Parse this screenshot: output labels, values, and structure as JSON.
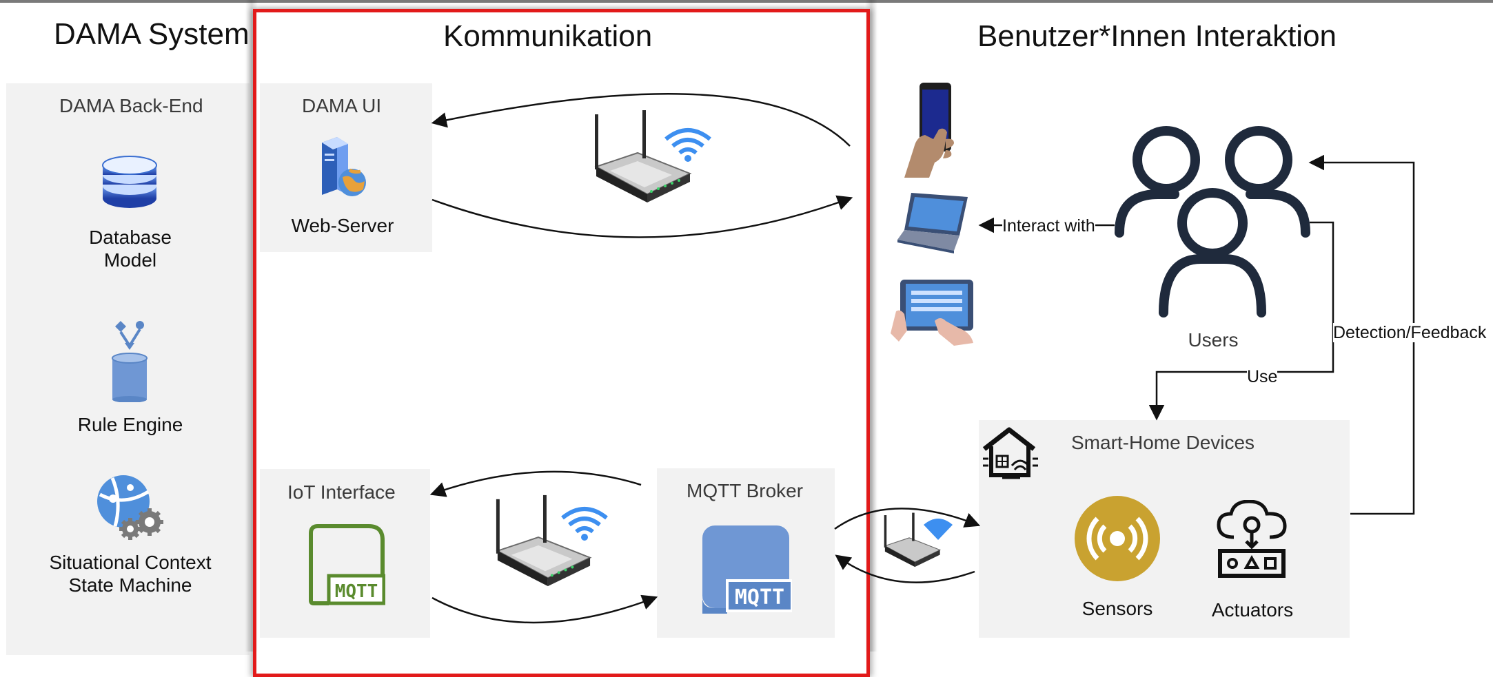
{
  "headings": {
    "system": "DAMA System",
    "communication": "Kommunikation",
    "interaction": "Benutzer*Innen Interaktion"
  },
  "backend": {
    "title": "DAMA Back-End",
    "database": "Database\nModel",
    "rule_engine": "Rule Engine",
    "context": "Situational Context\nState Machine"
  },
  "dama_ui": {
    "title": "DAMA UI",
    "server": "Web-Server"
  },
  "iot": {
    "title": "IoT Interface",
    "badge": "MQTT"
  },
  "mqtt": {
    "title": "MQTT Broker",
    "badge": "MQTT"
  },
  "users": {
    "label": "Users"
  },
  "smarthome": {
    "title": "Smart-Home Devices",
    "sensors": "Sensors",
    "actuators": "Actuators"
  },
  "edges": {
    "interact": "Interact with",
    "use": "Use",
    "feedback": "Detection/Feedback"
  },
  "colors": {
    "frame": "#e21a1a",
    "panel": "#f2f2f2",
    "db_blue": "#3b6fd1",
    "mqtt_blue": "#6f97d4",
    "iot_green": "#5a8b2e",
    "sensor_gold": "#c9a230",
    "user_navy": "#1f2a3c",
    "wifi_blue": "#3d8ff0"
  },
  "icons": [
    "database-icon",
    "rule-engine-icon",
    "state-machine-icon",
    "web-server-icon",
    "router-icon",
    "wifi-icon",
    "phone-icon",
    "laptop-icon",
    "tablet-icon",
    "users-icon",
    "smart-home-icon",
    "sensor-icon",
    "actuator-icon",
    "mqtt-icon"
  ]
}
